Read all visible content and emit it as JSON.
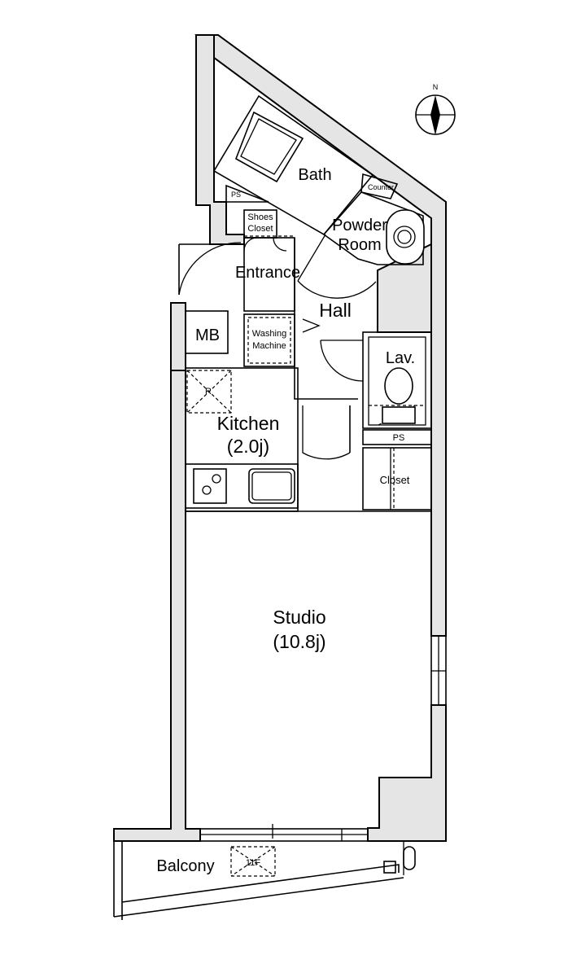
{
  "compass": {
    "north_label": "N"
  },
  "rooms": {
    "bath": "Bath",
    "ps_top": "PS",
    "counter": "Counter",
    "shoes_closet_1": "Shoes",
    "shoes_closet_2": "Closet",
    "powder_room_1": "Powder",
    "powder_room_2": "Room",
    "entrance": "Entrance",
    "hall": "Hall",
    "mb": "MB",
    "washing_machine_1": "Washing",
    "washing_machine_2": "Machine",
    "lav": "Lav.",
    "refrigerator": "R",
    "kitchen": "Kitchen",
    "kitchen_size": "(2.0j)",
    "ps_mid": "PS",
    "closet": "Closet",
    "studio": "Studio",
    "studio_size": "(10.8j)",
    "balcony": "Balcony",
    "floor_mark": "11F"
  }
}
